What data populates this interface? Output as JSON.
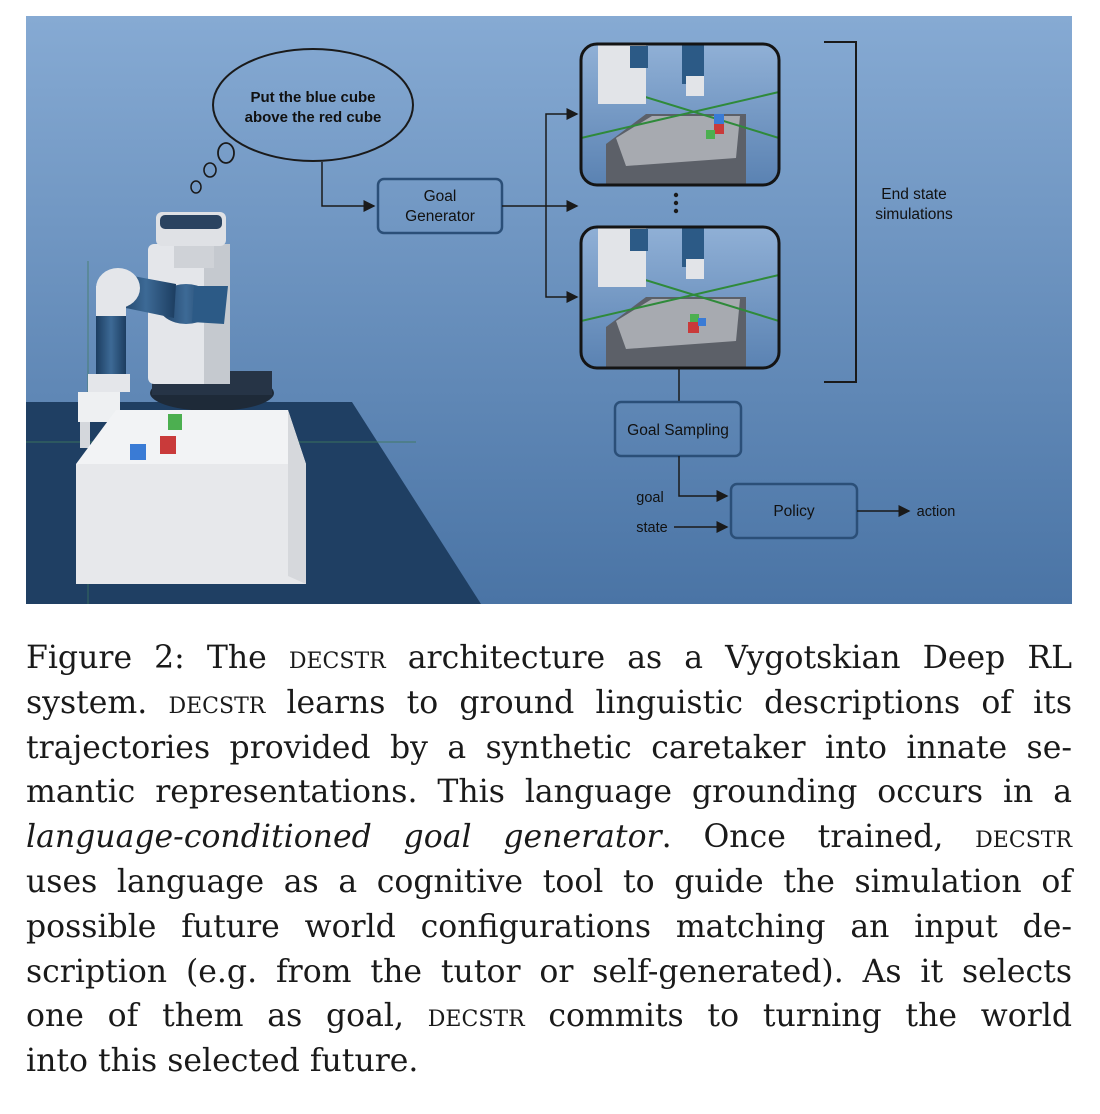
{
  "figure": {
    "thought_bubble": {
      "line1": "Put the blue cube",
      "line2": "above the red cube"
    },
    "goal_generator": {
      "line1": "Goal",
      "line2": "Generator"
    },
    "ellipsis": "⋮",
    "end_state": {
      "line1": "End state",
      "line2": "simulations"
    },
    "goal_sampling": "Goal Sampling",
    "policy": "Policy",
    "goal_input": "goal",
    "state_input": "state",
    "action_output": "action",
    "colors": {
      "sky_top": "#7ea3cc",
      "sky_bottom": "#4d77a8",
      "floor": "#1f3f63",
      "box_stroke": "#2b4f78",
      "cube_blue": "#3a7bd5",
      "cube_red": "#c93a3a",
      "cube_green": "#4caf50"
    }
  },
  "caption": {
    "prefix": "Figure 2: The ",
    "sc1": "DECSTR",
    "t1": " architecture as a Vygotskian Deep RL system. ",
    "sc2": "DECSTR",
    "t2": " learns to ground linguistic descriptions of its trajectories provided by a synthetic caretaker into innate semantic representations. This language grounding occurs in a ",
    "italic": "language-conditioned goal generator",
    "t3": ". Once trained, ",
    "sc3": "DECSTR",
    "t4": " uses language as a cognitive tool to guide the simulation of possible future world configurations matching an input description (e.g. from the tutor or self-generated). As it selects one of them as goal, ",
    "sc4": "DECSTR",
    "t5": " commits to turning the world into this selected future."
  }
}
